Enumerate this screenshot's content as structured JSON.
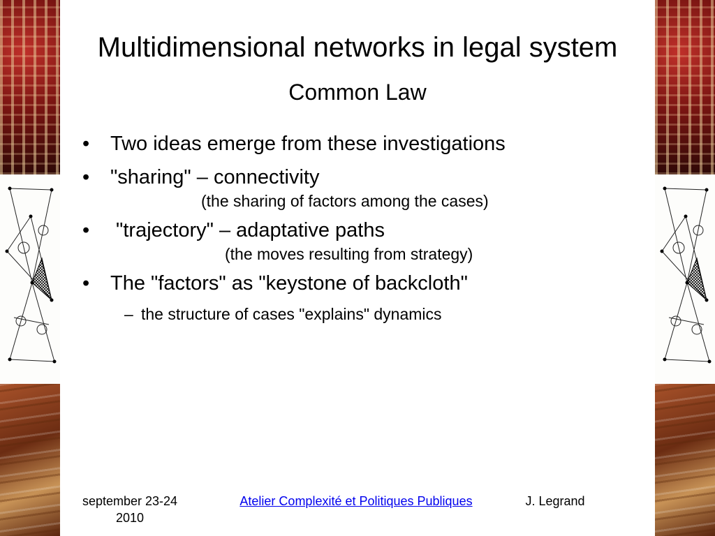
{
  "slide": {
    "title": "Multidimensional networks in legal system",
    "subtitle": "Common Law",
    "bullets": [
      {
        "marker": "•",
        "text": "Two ideas emerge from these investigations"
      },
      {
        "marker": "•",
        "text": "\"sharing\" – connectivity",
        "note": "(the sharing of factors among the cases)"
      },
      {
        "marker": "•",
        "text": " \"trajectory\" – adaptative paths",
        "note": "(the moves resulting from strategy)"
      },
      {
        "marker": "•",
        "text": "The \"factors\" as \"keystone of backcloth\""
      }
    ],
    "sub_bullet": {
      "marker": "–",
      "text": "the structure of cases \"explains\" dynamics"
    }
  },
  "footer": {
    "date_line1": "september 23-24",
    "date_line2": "2010",
    "link_text": "Atelier Complexité et Politiques Publiques",
    "author": "J. Legrand"
  },
  "decor": {
    "side_images": [
      "theater-photo",
      "network-diagram",
      "law-books-photo"
    ]
  }
}
